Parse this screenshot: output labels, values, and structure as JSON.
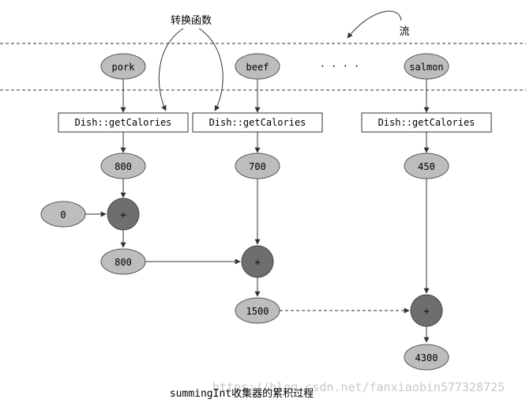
{
  "labels": {
    "transform_function": "转换函数",
    "stream": "流",
    "ellipsis": "· · · ·",
    "caption_code": "summingInt",
    "caption_text": "收集器的累积过程",
    "watermark": "https://blog.csdn.net/fanxiaobin577328725"
  },
  "stream_items": [
    "pork",
    "beef",
    "salmon"
  ],
  "function_boxes": [
    "Dish::getCalories",
    "Dish::getCalories",
    "Dish::getCalories"
  ],
  "calorie_values": [
    "800",
    "700",
    "450"
  ],
  "accumulator": {
    "initial": "0",
    "operator": "+",
    "partial_results": [
      "800",
      "1500"
    ],
    "final": "4300"
  },
  "colors": {
    "stream_node": "#bdbdbd",
    "value_node": "#bdbdbd",
    "operator_node": "#6e6e6e",
    "line": "#333333"
  }
}
